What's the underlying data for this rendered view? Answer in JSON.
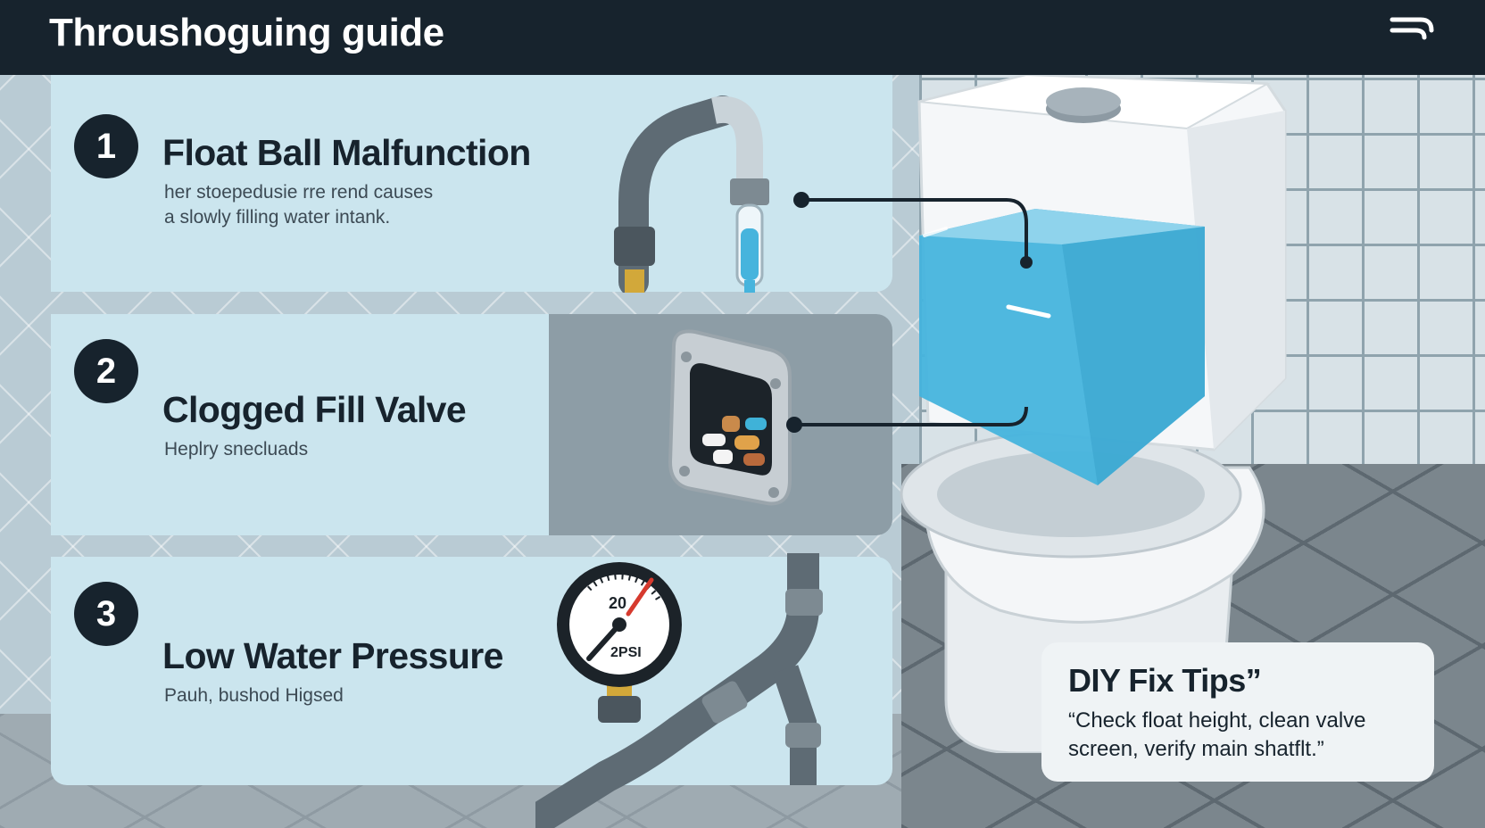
{
  "header": {
    "title": "Throushoguing guide",
    "menu_icon": "menu-icon"
  },
  "steps": [
    {
      "number": "1",
      "title": "Float Ball Malfunction",
      "desc_line1": "her stoepedusie rre rend causes",
      "desc_line2": "a slowly filling water intank."
    },
    {
      "number": "2",
      "title": "Clogged Fill Valve",
      "desc_line1": "Heplry snecluads"
    },
    {
      "number": "3",
      "title": "Low Water Pressure",
      "desc_line1": "Pauh, bushod Higsed"
    }
  ],
  "gauge": {
    "scale_label": "20",
    "unit_label": "2PSI"
  },
  "tips": {
    "title": "DIY Fix Tips”",
    "body_line1": "“Check float height, clean valve",
    "body_line2": "screen, verify main shatflt.”"
  },
  "colors": {
    "header_bg": "#17232d",
    "panel_bg": "#cbe5ee",
    "water": "#46b4dd",
    "pipe": "#5e6b74",
    "accent_brass": "#d2a83a"
  }
}
